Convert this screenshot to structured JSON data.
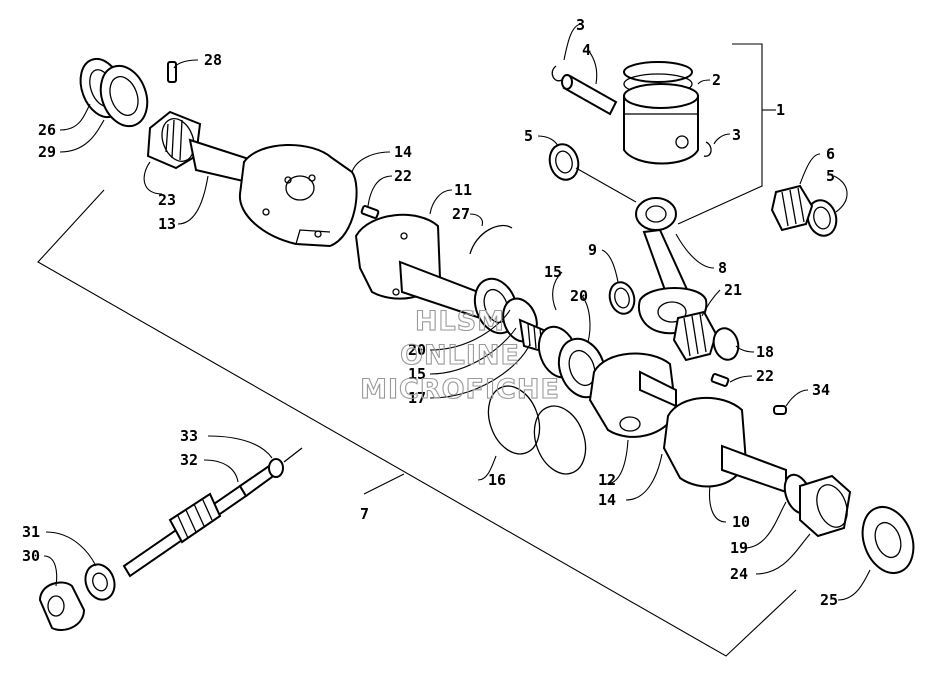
{
  "callouts": [
    {
      "id": "c1",
      "text": "1"
    },
    {
      "id": "c2",
      "text": "2"
    },
    {
      "id": "c3a",
      "text": "3"
    },
    {
      "id": "c3b",
      "text": "3"
    },
    {
      "id": "c4",
      "text": "4"
    },
    {
      "id": "c5a",
      "text": "5"
    },
    {
      "id": "c5b",
      "text": "5"
    },
    {
      "id": "c6",
      "text": "6"
    },
    {
      "id": "c7",
      "text": "7"
    },
    {
      "id": "c8",
      "text": "8"
    },
    {
      "id": "c9",
      "text": "9"
    },
    {
      "id": "c10",
      "text": "10"
    },
    {
      "id": "c11",
      "text": "11"
    },
    {
      "id": "c12",
      "text": "12"
    },
    {
      "id": "c13",
      "text": "13"
    },
    {
      "id": "c14a",
      "text": "14"
    },
    {
      "id": "c14b",
      "text": "14"
    },
    {
      "id": "c15a",
      "text": "15"
    },
    {
      "id": "c15b",
      "text": "15"
    },
    {
      "id": "c16",
      "text": "16"
    },
    {
      "id": "c17",
      "text": "17"
    },
    {
      "id": "c18",
      "text": "18"
    },
    {
      "id": "c19",
      "text": "19"
    },
    {
      "id": "c20a",
      "text": "20"
    },
    {
      "id": "c20b",
      "text": "20"
    },
    {
      "id": "c21",
      "text": "21"
    },
    {
      "id": "c22a",
      "text": "22"
    },
    {
      "id": "c22b",
      "text": "22"
    },
    {
      "id": "c23",
      "text": "23"
    },
    {
      "id": "c24",
      "text": "24"
    },
    {
      "id": "c25",
      "text": "25"
    },
    {
      "id": "c26",
      "text": "26"
    },
    {
      "id": "c27",
      "text": "27"
    },
    {
      "id": "c28",
      "text": "28"
    },
    {
      "id": "c29",
      "text": "29"
    },
    {
      "id": "c30",
      "text": "30"
    },
    {
      "id": "c31",
      "text": "31"
    },
    {
      "id": "c32",
      "text": "32"
    },
    {
      "id": "c33",
      "text": "33"
    },
    {
      "id": "c34",
      "text": "34"
    }
  ],
  "watermark": {
    "lines": [
      "HLSM",
      "ONLINE",
      "MICROFICHE"
    ],
    "color": "#9a9a9a"
  }
}
